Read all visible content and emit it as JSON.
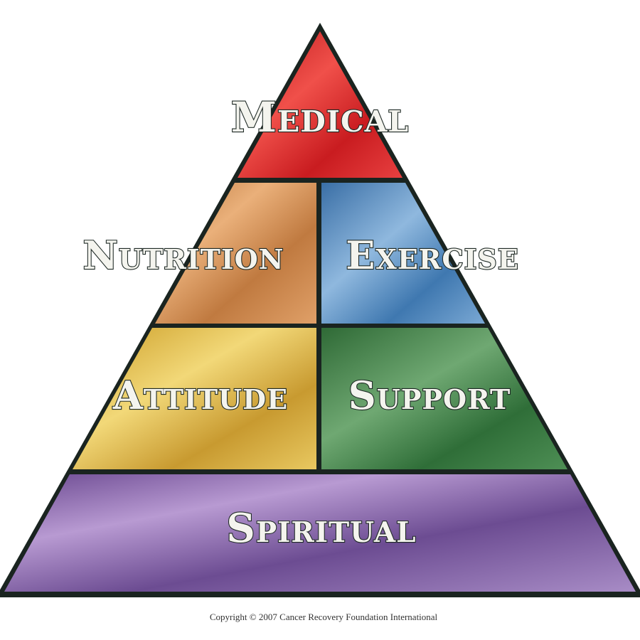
{
  "title": "Cancer Recovery Pyramid",
  "tiers": {
    "medical": {
      "label": "Medical",
      "color": "#d8282a"
    },
    "nutrition": {
      "label": "Nutrition",
      "color": "#c98a48"
    },
    "exercise": {
      "label": "Exercise",
      "color": "#4f86b8"
    },
    "attitude": {
      "label": "Attitude",
      "color": "#d8b43e"
    },
    "support": {
      "label": "Support",
      "color": "#3f7d45"
    },
    "spiritual": {
      "label": "Spiritual",
      "color": "#7a5a9c"
    }
  },
  "copyright": "Copyright © 2007 Cancer Recovery Foundation International"
}
